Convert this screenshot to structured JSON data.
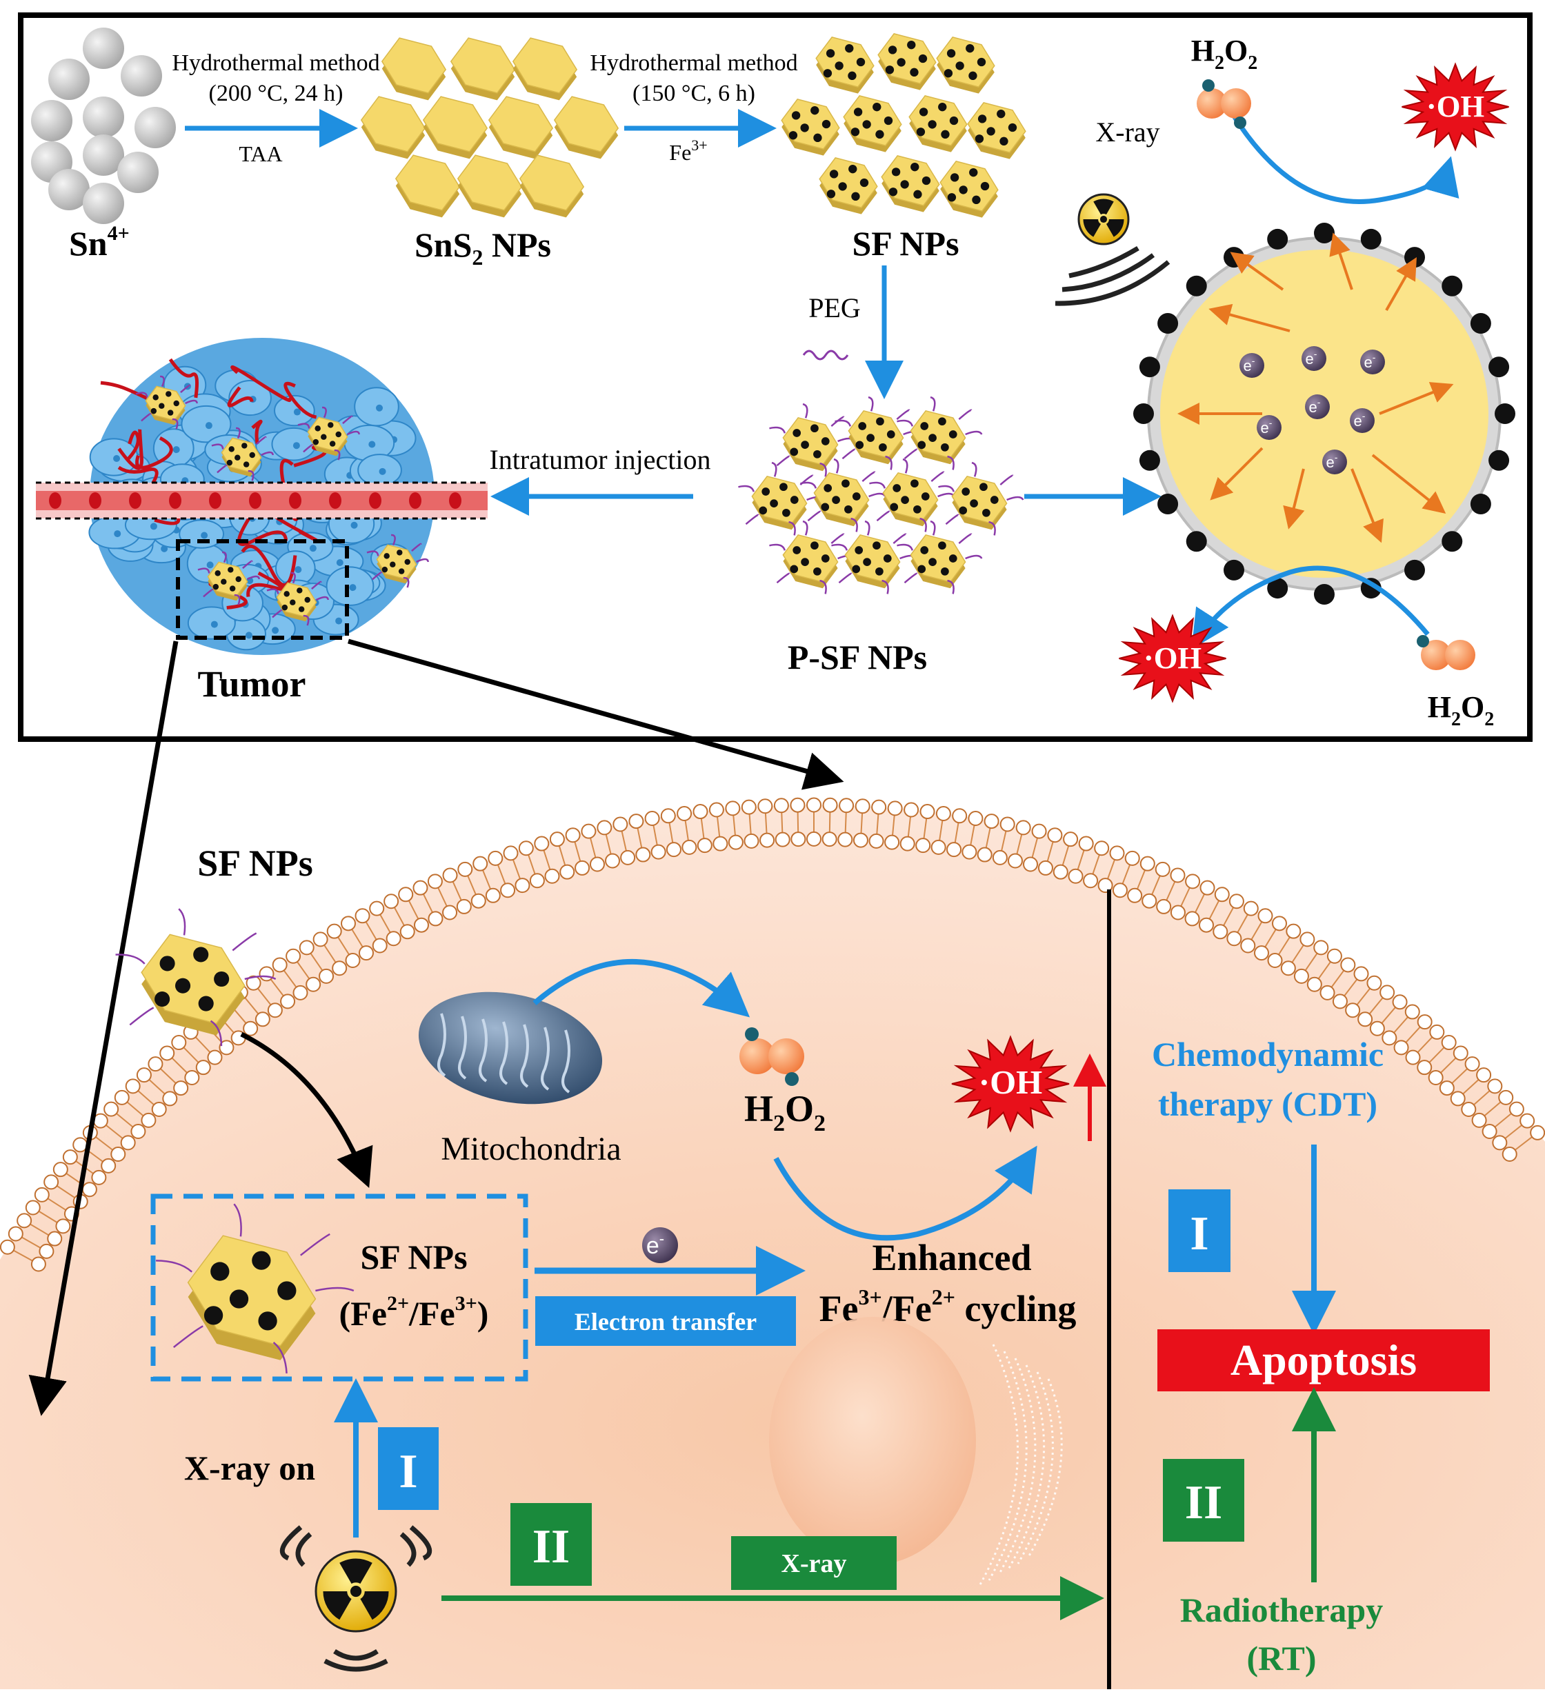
{
  "top_panel": {
    "sn4": {
      "base": "Sn",
      "sup": "4+"
    },
    "step1": {
      "method": "Hydrothermal method",
      "conditions": "(200 °C, 24 h)",
      "reagent": "TAA"
    },
    "sns2": {
      "pre": "SnS",
      "sub": "2",
      "post": " NPs"
    },
    "step2": {
      "method": "Hydrothermal method",
      "conditions": "(150 °C, 6 h)",
      "reagent_base": "Fe",
      "reagent_sup": "3+"
    },
    "sf_nps": "SF NPs",
    "peg": "PEG",
    "psf_nps": "P-SF NPs",
    "injection": "Intratumor injection",
    "tumor": "Tumor",
    "xray": "X-ray",
    "h2o2": {
      "a": "H",
      "b": "2",
      "c": "O",
      "d": "2"
    },
    "oh": "·OH",
    "electron": "e",
    "electron_sup": "-"
  },
  "bottom_panel": {
    "sf_nps_title": "SF NPs",
    "mitochondria": "Mitochondria",
    "h2o2": {
      "a": "H",
      "b": "2",
      "c": "O",
      "d": "2"
    },
    "oh": "·OH",
    "box_label_1": "SF NPs",
    "box_label_2": {
      "p1": "(Fe",
      "s1": "2+",
      "p2": "/Fe",
      "s2": "3+",
      "p3": ")"
    },
    "electron": "e",
    "electron_sup": "-",
    "electron_transfer": "Electron transfer",
    "enhanced": "Enhanced",
    "cycling": {
      "p1": "Fe",
      "s1": "3+",
      "p2": "/Fe",
      "s2": "2+",
      "p3": " cycling"
    },
    "xray_on": "X-ray on",
    "roman_1": "I",
    "roman_2": "II",
    "xray_label": "X-ray",
    "cdt_1": "Chemodynamic",
    "cdt_2": "therapy (CDT)",
    "apoptosis": "Apoptosis",
    "rt_1": "Radiotherapy",
    "rt_2": "(RT)"
  },
  "colors": {
    "blue_arrow": "#1f8fe0",
    "green": "#1a8a3c",
    "red": "#e8101a",
    "nanosheet": "#f5d86a",
    "cell": "#f6c4a6",
    "label_blue": "#1f8fe0",
    "label_green": "#1a8a3c",
    "orange_arrow": "#e87820"
  }
}
